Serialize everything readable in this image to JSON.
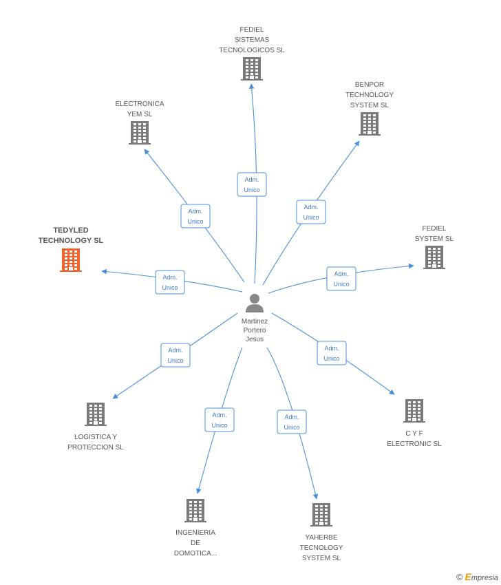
{
  "colors": {
    "edge": "#4a8fdc",
    "company": "#7a7a7a",
    "company_highlight": "#f4622e",
    "person": "#888888"
  },
  "person": {
    "name_lines": [
      "Martinez",
      "Portero",
      "Jesus"
    ],
    "icon": "person-icon"
  },
  "role": [
    "Adm.",
    "Unico"
  ],
  "companies": [
    {
      "id": "fediel-sistemas",
      "lines": [
        "FEDIEL",
        "SISTEMAS",
        "TECNOLOGICOS SL"
      ],
      "highlight": false
    },
    {
      "id": "benpor",
      "lines": [
        "BENPOR",
        "TECHNOLOGY",
        "SYSTEM SL"
      ],
      "highlight": false
    },
    {
      "id": "electronica-yem",
      "lines": [
        "ELECTRONICA",
        "YEM SL"
      ],
      "highlight": false
    },
    {
      "id": "tedyled",
      "lines": [
        "TEDYLED",
        "TECHNOLOGY SL"
      ],
      "highlight": true
    },
    {
      "id": "fediel-system",
      "lines": [
        "FEDIEL",
        "SYSTEM SL"
      ],
      "highlight": false
    },
    {
      "id": "logistica",
      "lines": [
        "LOGISTICA Y",
        "PROTECCION SL"
      ],
      "highlight": false
    },
    {
      "id": "cyf",
      "lines": [
        "C Y F",
        "ELECTRONIC SL"
      ],
      "highlight": false
    },
    {
      "id": "ingenieria",
      "lines": [
        "INGENIERIA",
        "DE",
        "DOMOTICA..."
      ],
      "highlight": false
    },
    {
      "id": "yaherbe",
      "lines": [
        "YAHERBE",
        "TECNOLOGY",
        "SYSTEM SL"
      ],
      "highlight": false
    }
  ],
  "footer": {
    "copyright": "©",
    "brand_first": "E",
    "brand_rest": "mpresia"
  }
}
